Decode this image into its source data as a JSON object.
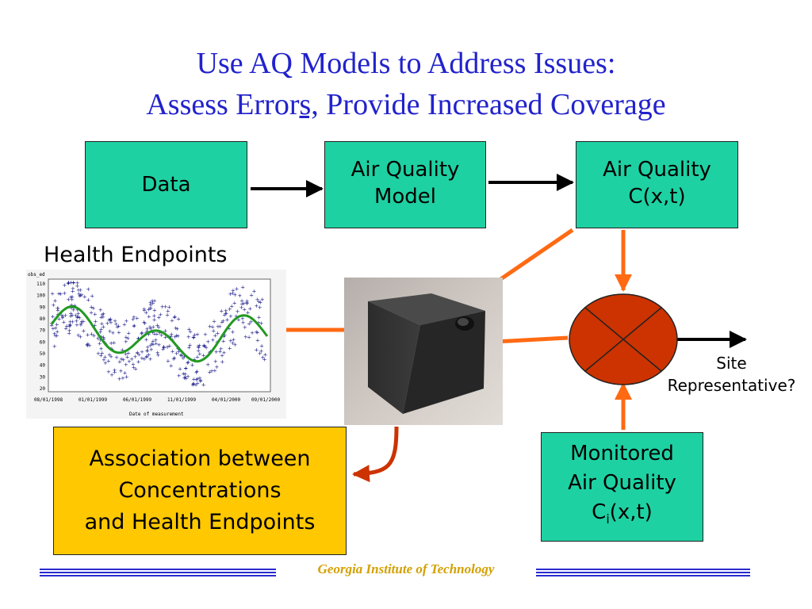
{
  "title": {
    "line1": "Use AQ Models to Address Issues:",
    "line2_a": "Assess Error",
    "line2_b": "s,",
    "line2_c": " Provide Increased Coverage"
  },
  "boxes": {
    "data": "Data",
    "model_l1": "Air Quality",
    "model_l2": "Model",
    "aqc_l1": "Air Quality",
    "aqc_l2": "C(x,t)",
    "monitored_l1": "Monitored",
    "monitored_l2": "Air Quality",
    "monitored_l3a": "C",
    "monitored_l3sub": "i",
    "monitored_l3b": "(x,t)",
    "assoc_l1": "Association between",
    "assoc_l2": "Concentrations",
    "assoc_l3": "and Health Endpoints"
  },
  "labels": {
    "health": "Health Endpoints",
    "site_l1": "Site",
    "site_l2": "Representative?"
  },
  "footer": "Georgia Institute of Technology",
  "colors": {
    "title": "#2222cc",
    "box_green": "#1ed1a2",
    "box_yellow": "#ffc800",
    "arrow_orange": "#ff6a13",
    "arrow_dark": "#cc3300",
    "comparator": "#cc3300",
    "footer_text": "#d4a000",
    "footer_lines": "#2a2ad0"
  },
  "scatter": {
    "ylabel": "obs_ed",
    "xlabel": "Date of measurement",
    "yticks": [
      "110",
      "100",
      "90",
      "80",
      "70",
      "60",
      "50",
      "40",
      "30",
      "20"
    ],
    "xticks": [
      "08/01/1998",
      "01/01/1999",
      "06/01/1999",
      "11/01/1999",
      "04/01/2000",
      "09/01/2000"
    ]
  }
}
